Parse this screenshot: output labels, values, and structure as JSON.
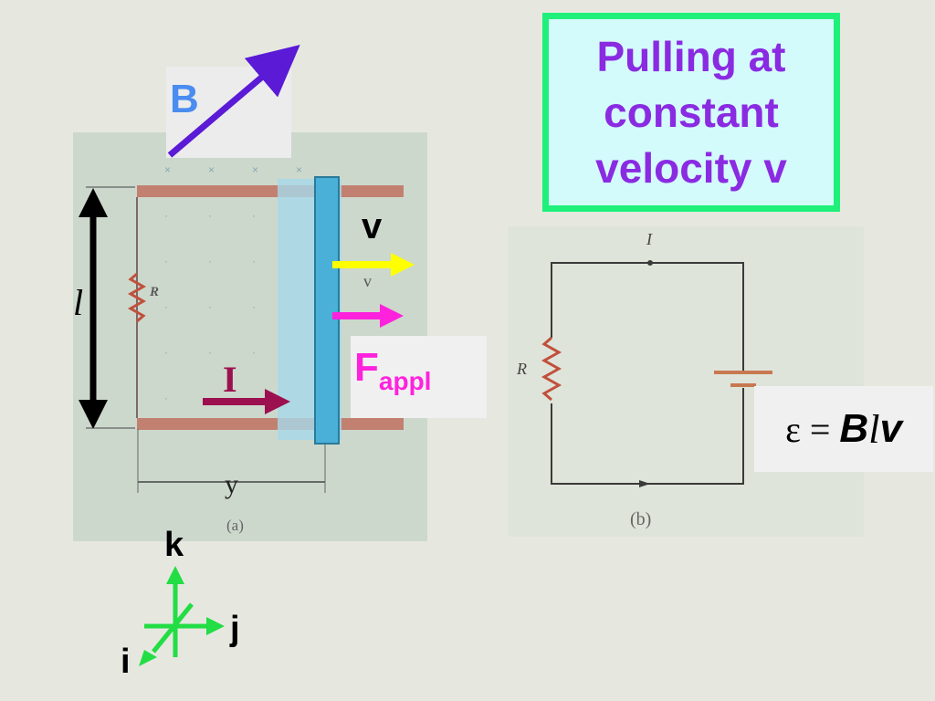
{
  "title": "Pulling at\nconstant\n velocity v",
  "labels": {
    "B": "B",
    "l": "l",
    "R_a": "R",
    "v": "v",
    "v_small": "v",
    "F_main": "F",
    "F_sub": "appl",
    "I": "I",
    "y": "y",
    "caption_a": "(a)",
    "caption_b": "(b)",
    "I_b": "I",
    "R_b": "R",
    "k": "k",
    "j": "j",
    "i": "i"
  },
  "emf": {
    "epsilon": "ε",
    "equals": "=",
    "B": "B",
    "l": "l",
    "v": "v"
  },
  "colors": {
    "B_arrow": "#5a1ad6",
    "B_label": "#4a8cf0",
    "v_arrow": "#ffff00",
    "F_arrow": "#ff22dd",
    "F_label": "#ff22dd",
    "I_arrow": "#9c1050",
    "rod": "#4ab0d8",
    "rails": "#c28070",
    "axes": "#22dd44",
    "title_border": "#1ef07a",
    "title_text": "#8a2be2"
  }
}
